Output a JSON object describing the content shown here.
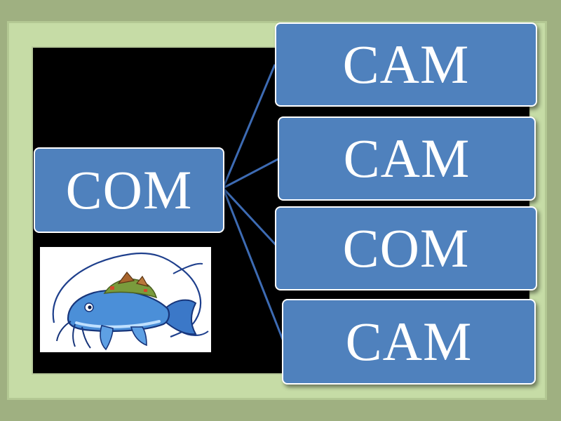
{
  "slide": {
    "root": {
      "label": "COM"
    },
    "branches": [
      {
        "label": "CAM"
      },
      {
        "label": "CAM"
      },
      {
        "label": "COM"
      },
      {
        "label": "CAM"
      }
    ],
    "colors": {
      "box_fill": "#4f81bd",
      "box_border": "#ffffff",
      "connector": "#3d6bb3",
      "board": "#000000",
      "frame": "#c6dca6"
    },
    "image": {
      "icon": "catfish-illustration"
    }
  }
}
